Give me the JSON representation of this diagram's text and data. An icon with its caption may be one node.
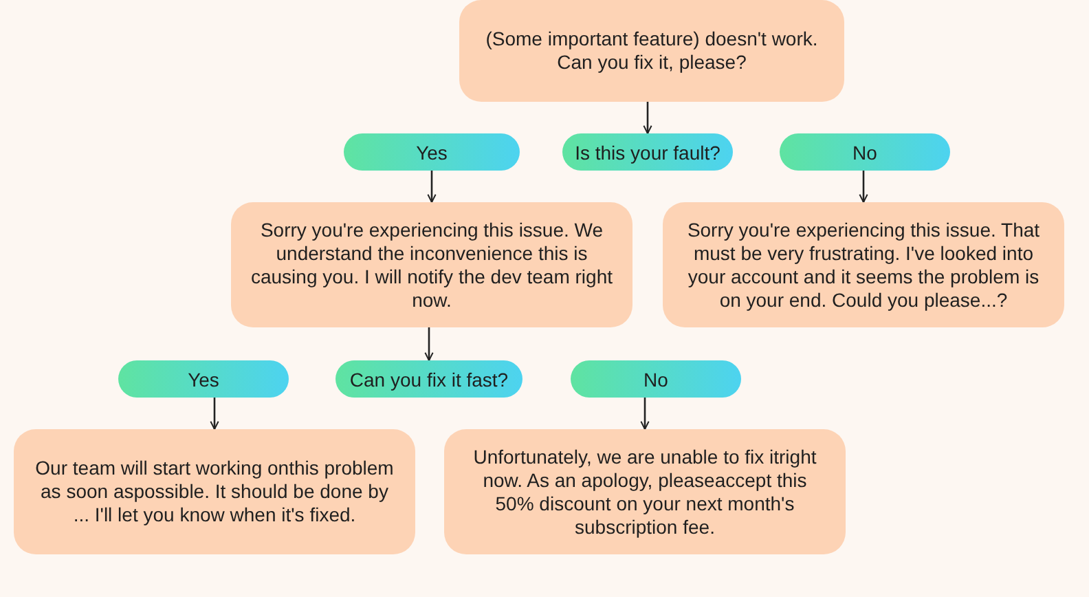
{
  "diagram": {
    "nodes": [
      {
        "text": [
          "(Some important feature) doesn't work. Can you fix it, please?"
        ]
      },
      {
        "text": [
          "Yes"
        ]
      },
      {
        "text": [
          "Is this your fault?"
        ]
      },
      {
        "text": [
          "No"
        ]
      },
      {
        "text": [
          "Sorry you're experiencing this issue. We understand the inconvenience this is causing you. I will notify the dev team right now."
        ]
      },
      {
        "text": [
          "Sorry you're experiencing this issue. That must be very frustrating. I've looked into your account and it seems the problem is on your end. Could you please...?"
        ]
      },
      {
        "text": [
          "Yes"
        ]
      },
      {
        "text": [
          "Can you fix it fast?"
        ]
      },
      {
        "text": [
          "No"
        ]
      },
      {
        "text": [
          "Our team will start working onthis problem as soon aspossible. It should be done by ... I'll let you know when it's fixed."
        ]
      },
      {
        "text": [
          "Unfortunately, we are unable to fix itright now. As an apology, pleaseaccept this 50% discount on your next month's subscription fee."
        ]
      }
    ],
    "edges": [
      {
        "from": 0,
        "to": 2,
        "arrow": "to"
      },
      {
        "from": 1,
        "to": 4,
        "arrow": "to"
      },
      {
        "from": 3,
        "to": 5,
        "arrow": "to"
      },
      {
        "from": 4,
        "to": 7,
        "arrow": "to"
      },
      {
        "from": 6,
        "to": 9,
        "arrow": "to"
      },
      {
        "from": 8,
        "to": 10,
        "arrow": "to"
      }
    ]
  }
}
